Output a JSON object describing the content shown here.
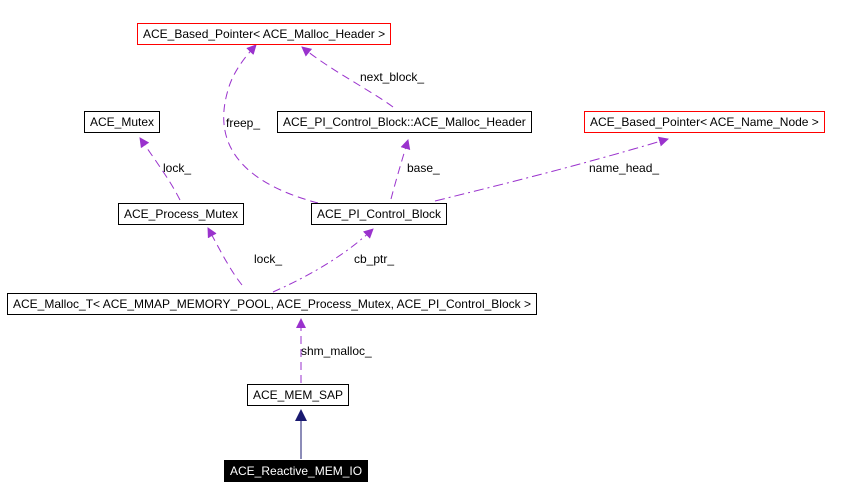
{
  "diagram": {
    "nodes": [
      {
        "id": "based_ptr_malloc_header",
        "label": "ACE_Based_Pointer< ACE_Malloc_Header >",
        "style": "red"
      },
      {
        "id": "mutex",
        "label": "ACE_Mutex",
        "style": "normal"
      },
      {
        "id": "pi_malloc_header",
        "label": "ACE_PI_Control_Block::ACE_Malloc_Header",
        "style": "normal"
      },
      {
        "id": "based_ptr_name_node",
        "label": "ACE_Based_Pointer< ACE_Name_Node >",
        "style": "red"
      },
      {
        "id": "process_mutex",
        "label": "ACE_Process_Mutex",
        "style": "normal"
      },
      {
        "id": "pi_control_block",
        "label": "ACE_PI_Control_Block",
        "style": "normal"
      },
      {
        "id": "malloc_t",
        "label": "ACE_Malloc_T< ACE_MMAP_MEMORY_POOL, ACE_Process_Mutex, ACE_PI_Control_Block >",
        "style": "normal"
      },
      {
        "id": "mem_sap",
        "label": "ACE_MEM_SAP",
        "style": "normal"
      },
      {
        "id": "reactive_mem_io",
        "label": "ACE_Reactive_MEM_IO",
        "style": "focus"
      }
    ],
    "edges": [
      {
        "from": "pi_control_block",
        "to": "based_ptr_malloc_header",
        "label": "freep_",
        "kind": "usage"
      },
      {
        "from": "pi_malloc_header",
        "to": "based_ptr_malloc_header",
        "label": "next_block_",
        "kind": "usage"
      },
      {
        "from": "process_mutex",
        "to": "mutex",
        "label": "lock_",
        "kind": "usage"
      },
      {
        "from": "pi_control_block",
        "to": "pi_malloc_header",
        "label": "base_",
        "kind": "usage"
      },
      {
        "from": "pi_control_block",
        "to": "based_ptr_name_node",
        "label": "name_head_",
        "kind": "usage"
      },
      {
        "from": "malloc_t",
        "to": "process_mutex",
        "label": "lock_",
        "kind": "usage"
      },
      {
        "from": "malloc_t",
        "to": "pi_control_block",
        "label": "cb_ptr_",
        "kind": "usage"
      },
      {
        "from": "mem_sap",
        "to": "malloc_t",
        "label": "shm_malloc_",
        "kind": "usage"
      },
      {
        "from": "reactive_mem_io",
        "to": "mem_sap",
        "label": "",
        "kind": "inheritance"
      }
    ],
    "colors": {
      "usage_edge": "#9a32cd",
      "inheritance_edge": "#191970",
      "template_border": "#ff0000",
      "focus_fill": "#000000"
    }
  }
}
